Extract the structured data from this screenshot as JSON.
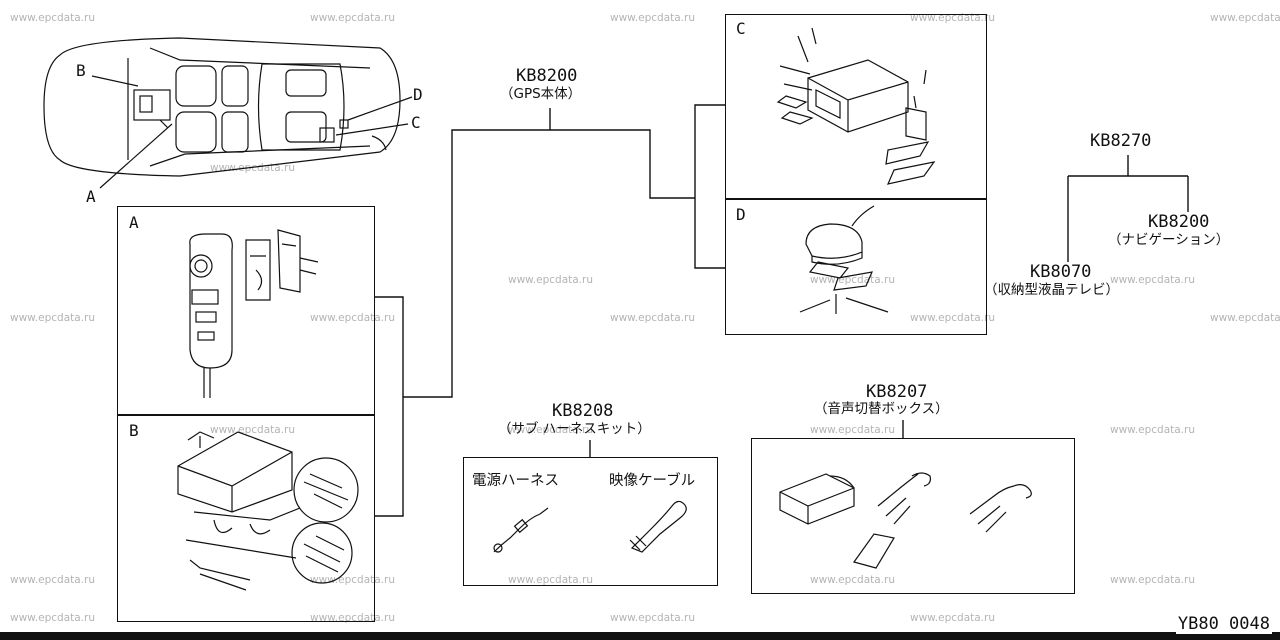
{
  "watermark": "www.epcdata.ru",
  "footer_code": "YB80 0048",
  "overview": {
    "label_a": "A",
    "label_b": "B",
    "label_c": "C",
    "label_d": "D"
  },
  "boxes": {
    "a_label": "A",
    "b_label": "B",
    "c_label": "C",
    "d_label": "D"
  },
  "parts": {
    "kb8200_main": {
      "code": "KB8200",
      "desc": "（GPS本体）"
    },
    "kb8270": {
      "code": "KB8270"
    },
    "kb8200_nav": {
      "code": "KB8200",
      "desc": "（ナビゲーション）"
    },
    "kb8070": {
      "code": "KB8070",
      "desc": "（収納型液晶テレビ）"
    },
    "kb8208": {
      "code": "KB8208",
      "desc": "（サブ ハーネスキット）",
      "item1": "電源ハーネス",
      "item2": "映像ケーブル"
    },
    "kb8207": {
      "code": "KB8207",
      "desc": "（音声切替ボックス）"
    }
  }
}
